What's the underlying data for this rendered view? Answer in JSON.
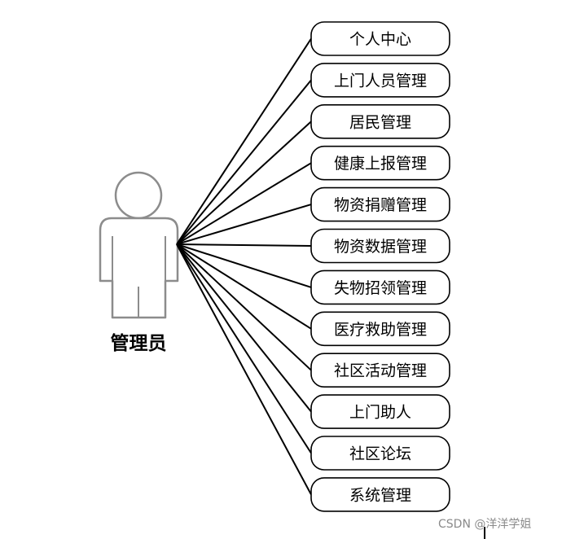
{
  "actor": {
    "label": "管理员"
  },
  "use_cases": [
    "个人中心",
    "上门人员管理",
    "居民管理",
    "健康上报管理",
    "物资捐赠管理",
    "物资数据管理",
    "失物招领管理",
    "医疗救助管理",
    "社区活动管理",
    "上门助人",
    "社区论坛",
    "系统管理"
  ],
  "watermark": "CSDN @洋洋学姐",
  "colors": {
    "outline": "#000000",
    "actor_stroke": "#8c8c8c",
    "background": "#ffffff"
  }
}
